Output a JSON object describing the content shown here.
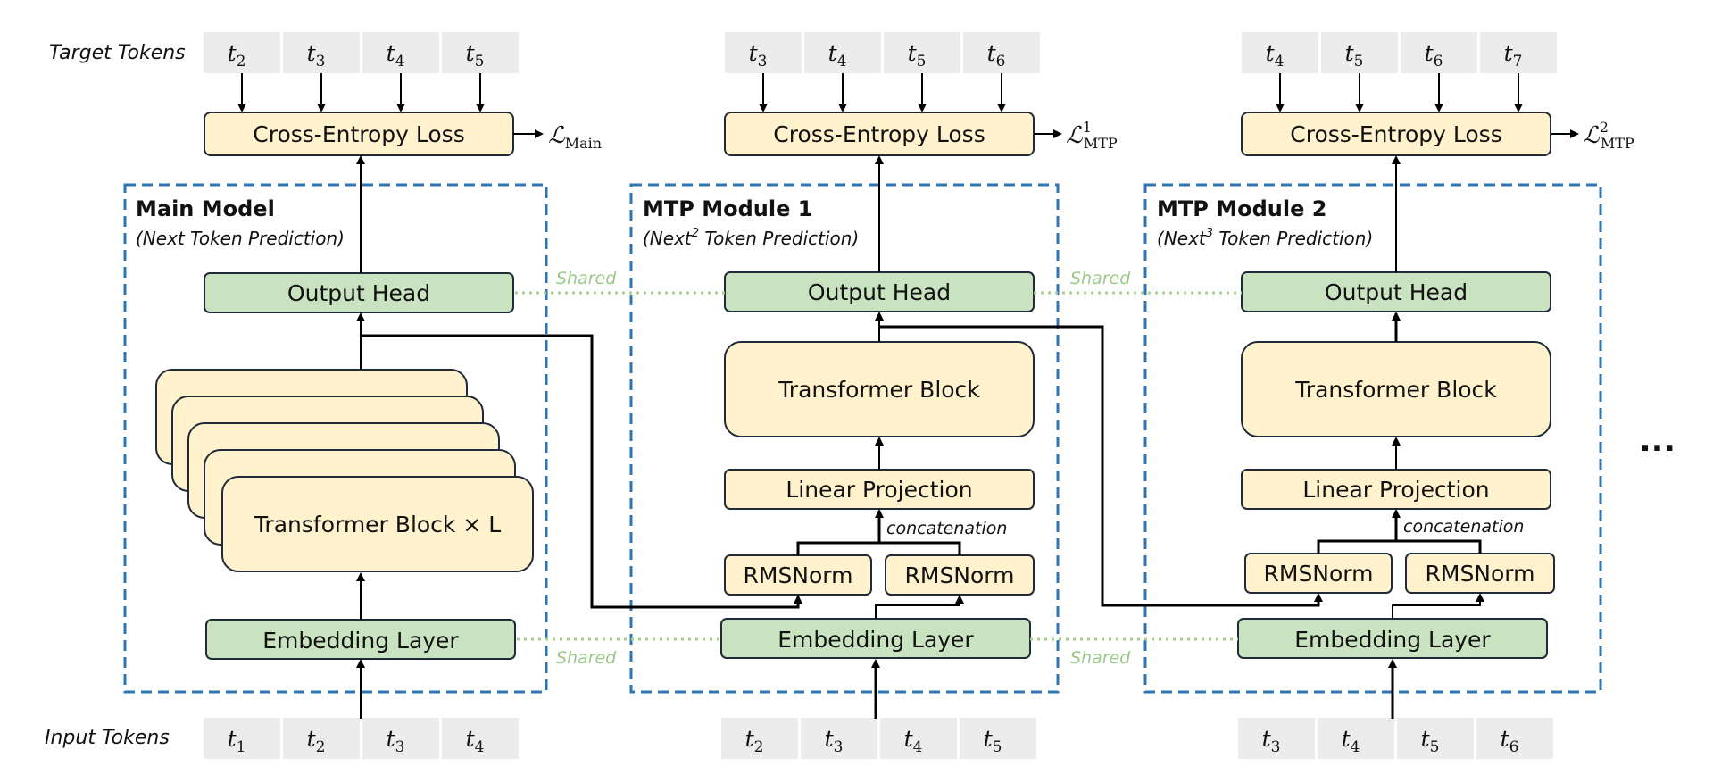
{
  "labels": {
    "target_tokens": "Target Tokens",
    "input_tokens": "Input Tokens",
    "shared": "Shared",
    "ellipsis": "..."
  },
  "main_model": {
    "title": "Main Model",
    "subtitle": "(Next Token Prediction)",
    "target": [
      {
        "b": "t",
        "s": "2"
      },
      {
        "b": "t",
        "s": "3"
      },
      {
        "b": "t",
        "s": "4"
      },
      {
        "b": "t",
        "s": "5"
      }
    ],
    "input": [
      {
        "b": "t",
        "s": "1"
      },
      {
        "b": "t",
        "s": "2"
      },
      {
        "b": "t",
        "s": "3"
      },
      {
        "b": "t",
        "s": "4"
      }
    ],
    "loss_label": "Cross-Entropy Loss",
    "loss_name": {
      "base": "ℒ",
      "sub": "Main",
      "sup": ""
    },
    "output_head": "Output Head",
    "transformer": "Transformer Block × L",
    "embedding": "Embedding Layer"
  },
  "mtp1": {
    "title": "MTP Module 1",
    "subtitle_pre": "(Next",
    "subtitle_sup": "2",
    "subtitle_post": " Token Prediction)",
    "target": [
      {
        "b": "t",
        "s": "3"
      },
      {
        "b": "t",
        "s": "4"
      },
      {
        "b": "t",
        "s": "5"
      },
      {
        "b": "t",
        "s": "6"
      }
    ],
    "input": [
      {
        "b": "t",
        "s": "2"
      },
      {
        "b": "t",
        "s": "3"
      },
      {
        "b": "t",
        "s": "4"
      },
      {
        "b": "t",
        "s": "5"
      }
    ],
    "loss_label": "Cross-Entropy Loss",
    "loss_name": {
      "base": "ℒ",
      "sub": "MTP",
      "sup": "1"
    },
    "output_head": "Output Head",
    "transformer": "Transformer Block",
    "linear": "Linear Projection",
    "concat": "concatenation",
    "rmsnorm_left": "RMSNorm",
    "rmsnorm_right": "RMSNorm",
    "embedding": "Embedding Layer"
  },
  "mtp2": {
    "title": "MTP Module 2",
    "subtitle_pre": "(Next",
    "subtitle_sup": "3",
    "subtitle_post": " Token Prediction)",
    "target": [
      {
        "b": "t",
        "s": "4"
      },
      {
        "b": "t",
        "s": "5"
      },
      {
        "b": "t",
        "s": "6"
      },
      {
        "b": "t",
        "s": "7"
      }
    ],
    "input": [
      {
        "b": "t",
        "s": "3"
      },
      {
        "b": "t",
        "s": "4"
      },
      {
        "b": "t",
        "s": "5"
      },
      {
        "b": "t",
        "s": "6"
      }
    ],
    "loss_label": "Cross-Entropy Loss",
    "loss_name": {
      "base": "ℒ",
      "sub": "MTP",
      "sup": "2"
    },
    "output_head": "Output Head",
    "transformer": "Transformer Block",
    "linear": "Linear Projection",
    "concat": "concatenation",
    "rmsnorm_left": "RMSNorm",
    "rmsnorm_right": "RMSNorm",
    "embedding": "Embedding Layer"
  }
}
